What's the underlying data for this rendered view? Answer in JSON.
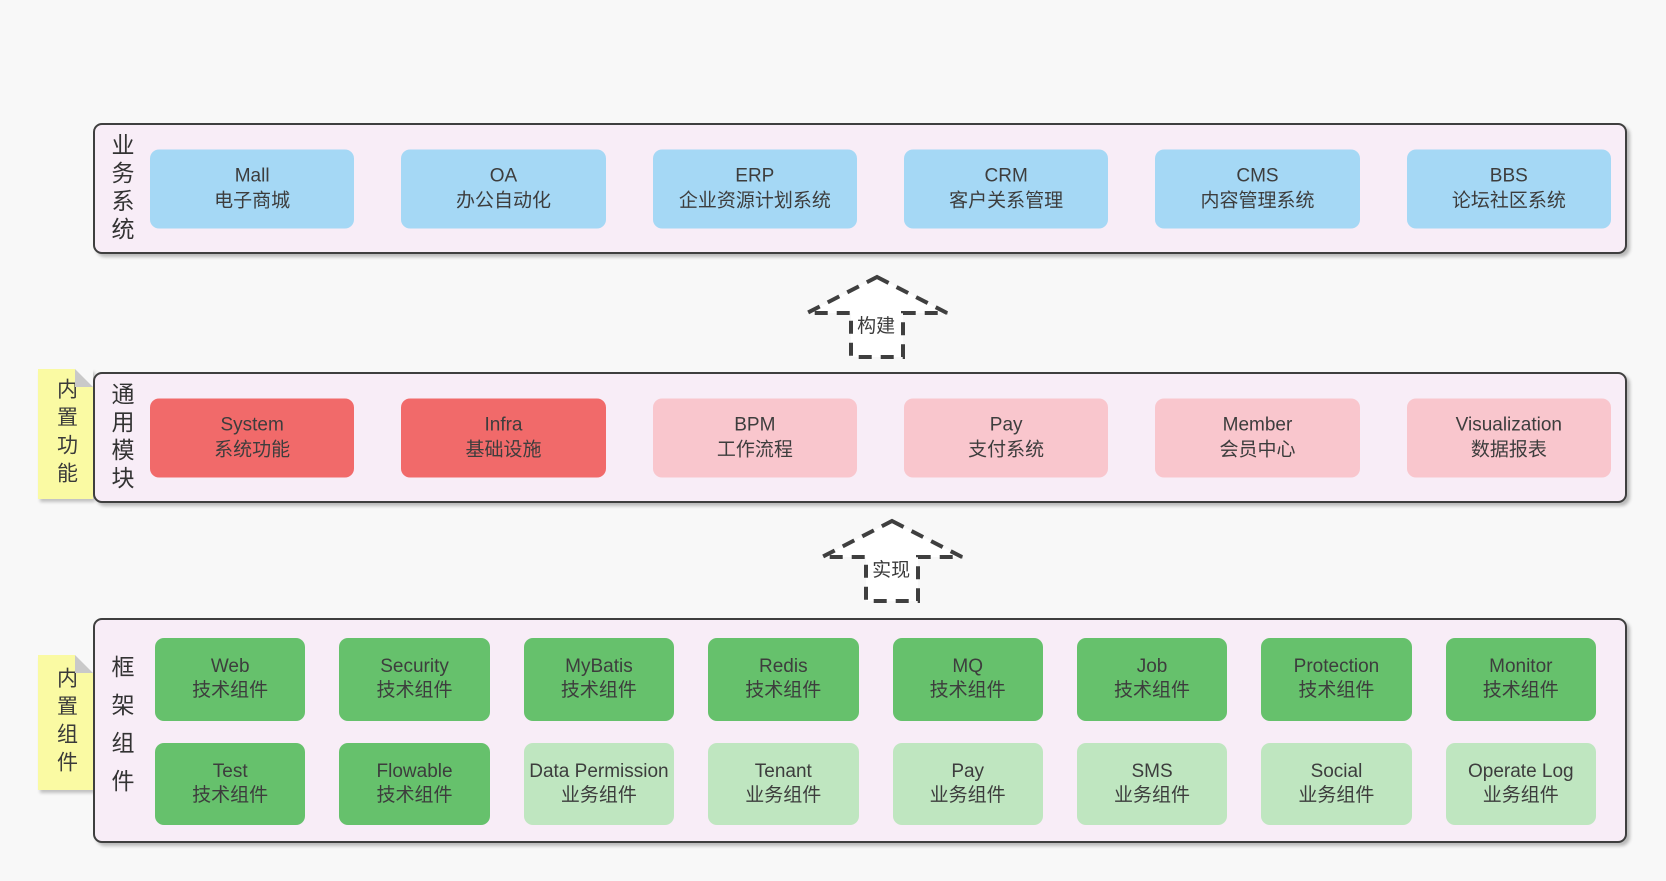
{
  "palette": {
    "page_bg": "#f8f8f8",
    "band_bg": "#f8edf7",
    "band_border": "#3f3f3f",
    "business_box_blue": "#a5d8f5",
    "core_module_red": "#f16a6a",
    "module_pink": "#f9c6cd",
    "tech_component_green": "#66c16c",
    "biz_component_lightgreen": "#bfe6c0",
    "sticky_yellow": "#fafaa3",
    "sticky_fold_gray": "#c9c9c9",
    "text": "#3d3d3d"
  },
  "arrows": [
    {
      "label": "构建"
    },
    {
      "label": "实现"
    }
  ],
  "bands": {
    "business": {
      "label": "业务系统",
      "items": [
        {
          "name": "Mall",
          "desc": "电子商城"
        },
        {
          "name": "OA",
          "desc": "办公自动化"
        },
        {
          "name": "ERP",
          "desc": "企业资源计划系统"
        },
        {
          "name": "CRM",
          "desc": "客户关系管理"
        },
        {
          "name": "CMS",
          "desc": "内容管理系统"
        },
        {
          "name": "BBS",
          "desc": "论坛社区系统"
        }
      ]
    },
    "modules": {
      "label": "通用模块",
      "sticky": "内置功能",
      "items": [
        {
          "name": "System",
          "desc": "系统功能",
          "highlight": true
        },
        {
          "name": "Infra",
          "desc": "基础设施",
          "highlight": true
        },
        {
          "name": "BPM",
          "desc": "工作流程",
          "highlight": false
        },
        {
          "name": "Pay",
          "desc": "支付系统",
          "highlight": false
        },
        {
          "name": "Member",
          "desc": "会员中心",
          "highlight": false
        },
        {
          "name": "Visualization",
          "desc": "数据报表",
          "highlight": false
        }
      ]
    },
    "components": {
      "label": "框架组件",
      "sticky": "内置组件",
      "rows": [
        [
          {
            "name": "Web",
            "desc": "技术组件"
          },
          {
            "name": "Security",
            "desc": "技术组件"
          },
          {
            "name": "MyBatis",
            "desc": "技术组件"
          },
          {
            "name": "Redis",
            "desc": "技术组件"
          },
          {
            "name": "MQ",
            "desc": "技术组件"
          },
          {
            "name": "Job",
            "desc": "技术组件"
          },
          {
            "name": "Protection",
            "desc": "技术组件"
          },
          {
            "name": "Monitor",
            "desc": "技术组件"
          }
        ],
        [
          {
            "name": "Test",
            "desc": "技术组件"
          },
          {
            "name": "Flowable",
            "desc": "技术组件"
          },
          {
            "name": "Data Permission",
            "desc": "业务组件"
          },
          {
            "name": "Tenant",
            "desc": "业务组件"
          },
          {
            "name": "Pay",
            "desc": "业务组件"
          },
          {
            "name": "SMS",
            "desc": "业务组件"
          },
          {
            "name": "Social",
            "desc": "业务组件"
          },
          {
            "name": "Operate Log",
            "desc": "业务组件"
          }
        ]
      ]
    }
  }
}
